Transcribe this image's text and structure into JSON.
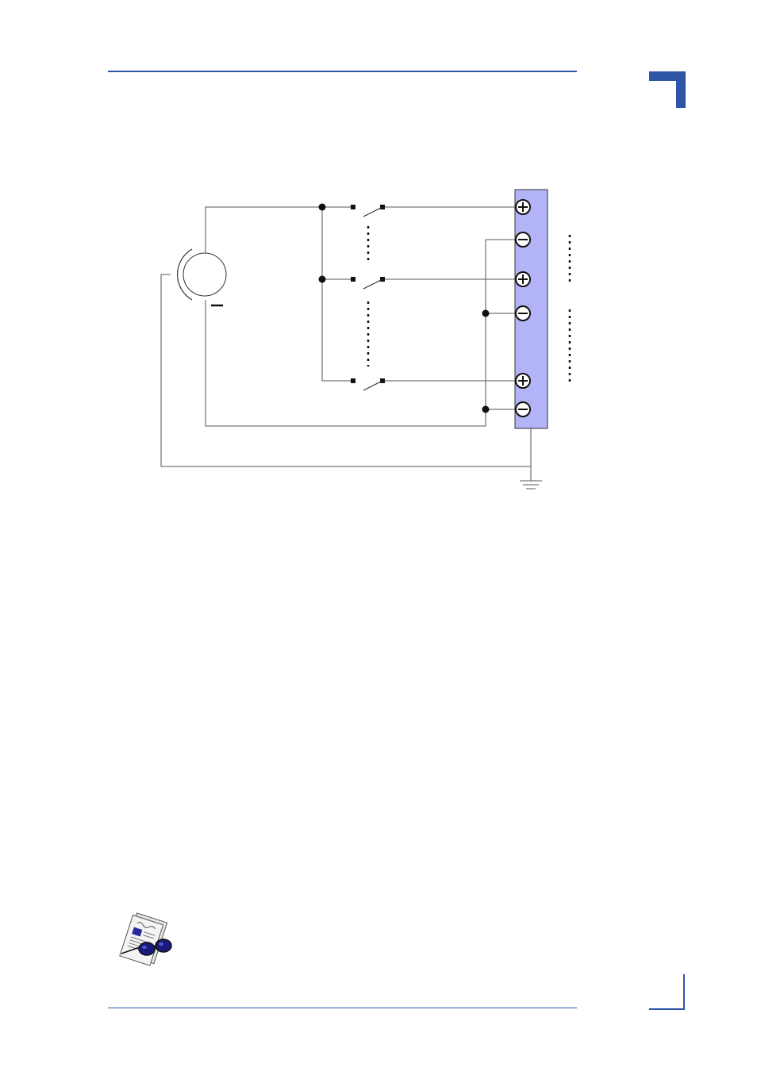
{
  "colors": {
    "accent": "#2e55a6",
    "terminal_block_fill": "#b3b3f7",
    "wire": "#555555"
  },
  "diagram": {
    "source_minus_label": "",
    "terminals": [
      {
        "polarity": "plus"
      },
      {
        "polarity": "minus"
      },
      {
        "polarity": "plus"
      },
      {
        "polarity": "minus"
      },
      {
        "polarity": "plus"
      },
      {
        "polarity": "minus"
      }
    ],
    "icons": [
      "ground-symbol-icon",
      "voltage-source-icon",
      "switch-icon",
      "junction-dot-icon"
    ]
  },
  "note": {
    "icon": "note-document-glasses-icon"
  }
}
